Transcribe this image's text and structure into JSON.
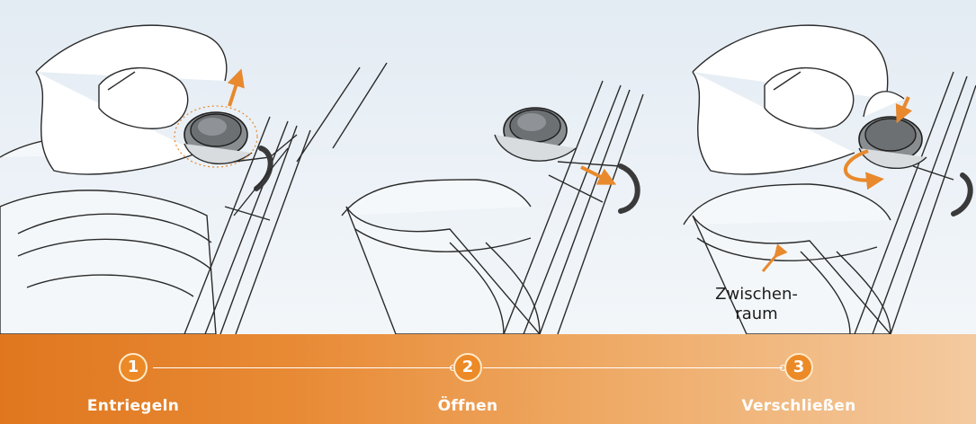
{
  "illustration": {
    "annotation_line1": "Zwischen-",
    "annotation_line2": "raum",
    "arrow_color": "#e8892d",
    "line_color": "#2a2a2a"
  },
  "steps": [
    {
      "number": "1",
      "label": "Entriegeln"
    },
    {
      "number": "2",
      "label": "Öffnen"
    },
    {
      "number": "3",
      "label": "Verschließen"
    }
  ],
  "colors": {
    "bar_start": "#e0771f",
    "bar_end": "#f4caa0",
    "badge_fill": "#eb8a27",
    "text": "#ffffff"
  }
}
